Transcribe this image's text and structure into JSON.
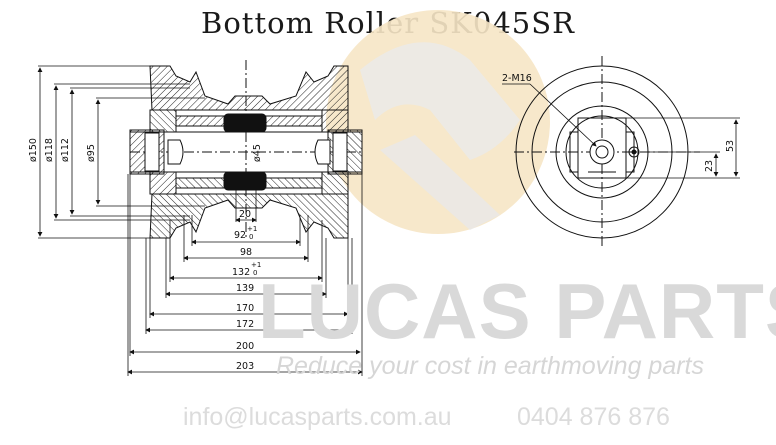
{
  "title": "Bottom Roller SK045SR",
  "colors": {
    "line": "#111111",
    "watermark": "#d9d9d9",
    "logo_fill": "#f7e6c6"
  },
  "labels": {
    "bolt": "2-M16",
    "d150": "ø150",
    "d118": "ø118",
    "d112": "ø112",
    "d95": "ø95",
    "d45": "ø45",
    "dim20": "20",
    "dim92": "92",
    "tol92": "+1",
    "tol92b": "0",
    "dim98": "98",
    "dim132": "132",
    "tol132": "+1",
    "tol132b": "0",
    "dim139": "139",
    "dim170": "170",
    "dim172": "172",
    "dim200": "200",
    "dim203": "203",
    "dim53": "53",
    "dim23": "23"
  },
  "watermark": {
    "brand": "LUCAS PARTS",
    "slogan": "Reduce your cost in earthmoving parts",
    "email": "info@lucasparts.com.au",
    "phone": "0404 876 876"
  }
}
